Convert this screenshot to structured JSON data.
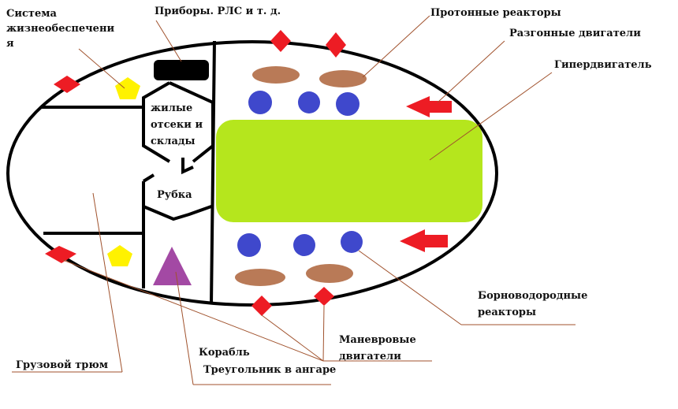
{
  "labels": {
    "life_support": "Система\nжизнеобеспечени\nя",
    "instruments": "Приборы. РЛС и т. д.",
    "proton_reactors": "Протонные реакторы",
    "booster_engines": "Разгонные двигатели",
    "hyperdrive": "Гипердвигатель",
    "living_quarters": "жилые\nотсеки и\nсклады",
    "cockpit": "Рубка",
    "boron_hydrogen_reactors": "Борноводородные\nреакторы",
    "maneuver_engines": "Маневровые\nдвигатели",
    "ship": "Корабль",
    "triangle_hangar": "Треугольник в ангаре",
    "cargo_hold": "Грузовой трюм"
  },
  "colors": {
    "hull": "#000000",
    "hyperdrive": "#b5e61d",
    "reactor_blue": "#3f48cc",
    "reactor_brown": "#b97a57",
    "engine_red": "#ed1c24",
    "life_support_yellow": "#fff200",
    "ship_purple": "#a349a4",
    "leader_line": "#a0522d"
  }
}
